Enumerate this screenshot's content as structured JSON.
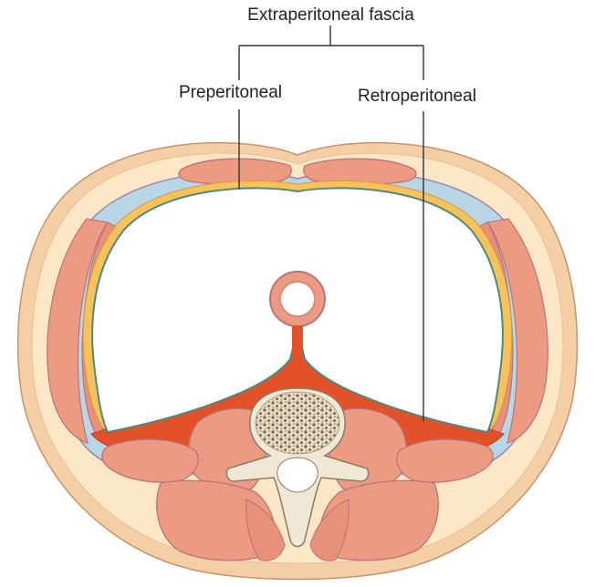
{
  "labels": {
    "extraperitoneal_fascia": "Extraperitoneal fascia",
    "preperitoneal": "Preperitoneal",
    "retroperitoneal": "Retroperitoneal"
  },
  "colors": {
    "skin": "#f4cfa6",
    "subcutaneous_fat": "#fbe6c6",
    "muscle": "#ec9b82",
    "muscle_outline": "#b9737a",
    "fascia_blue": "#b9d6e7",
    "fascia_purple": "#9f88b8",
    "preperitoneal_fat": "#f6c25e",
    "peritoneum_green": "#4f8a76",
    "retroperitoneal_fat": "#e2512a",
    "bone": "#efe8d6",
    "cancellous_bone": "#9a7f5e",
    "leader_line": "#333333"
  }
}
